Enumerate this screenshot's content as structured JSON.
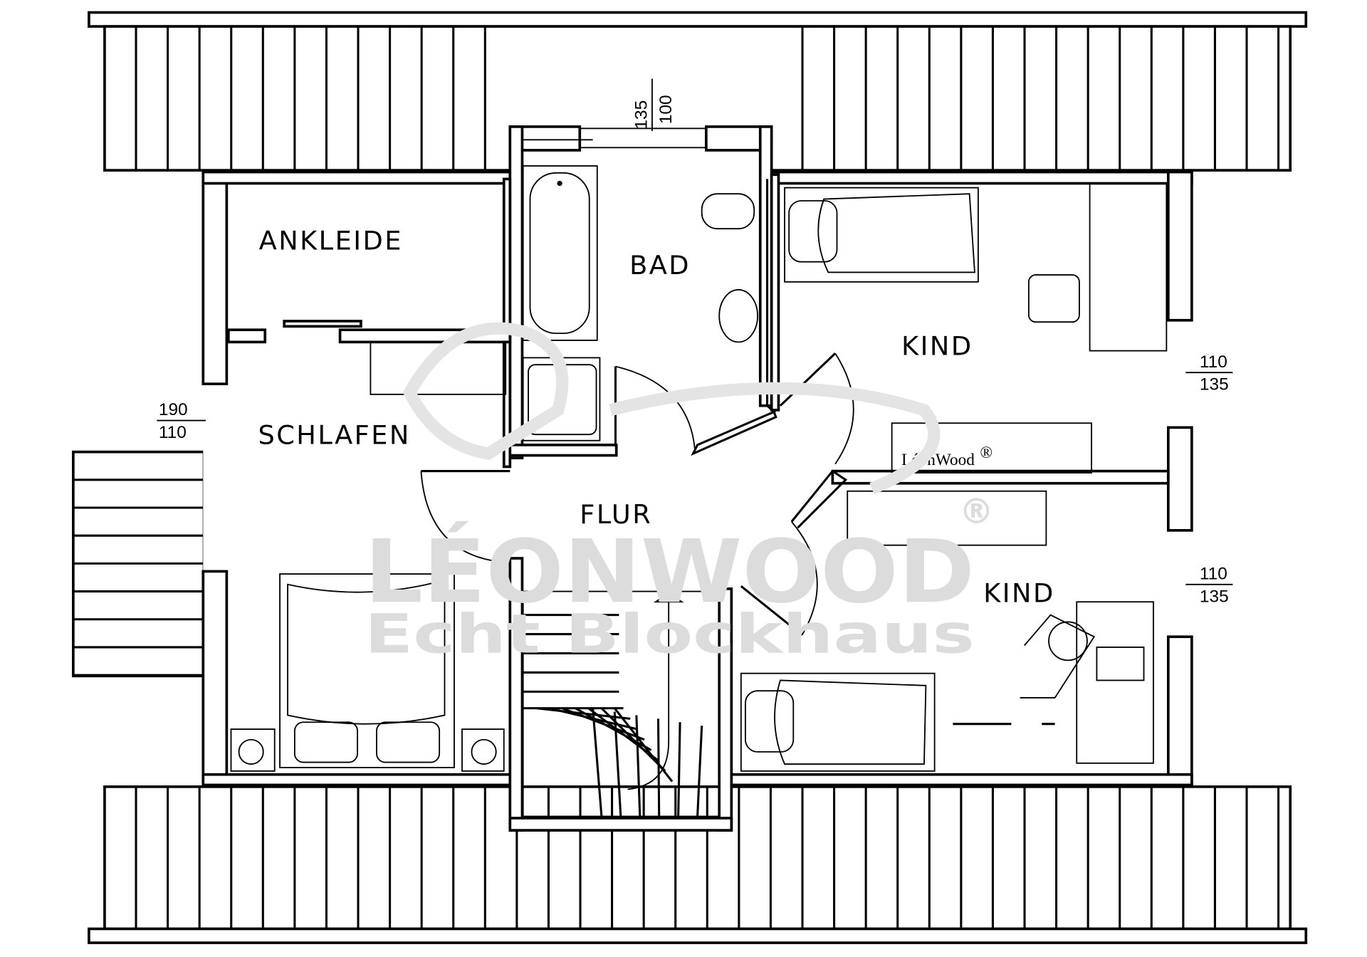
{
  "rooms": {
    "ankleide": "ANKLEIDE",
    "bad": "BAD",
    "kind_top": "KIND",
    "schlafen": "SCHLAFEN",
    "flur": "FLUR",
    "kind_bottom": "KIND"
  },
  "dimensions": {
    "top_window_a": "135",
    "top_window_b": "100",
    "left_door_top": "190",
    "left_door_bottom": "110",
    "right_window1_top": "110",
    "right_window1_bottom": "135",
    "right_window2_top": "110",
    "right_window2_bottom": "135"
  },
  "logo_small": "LéonWood",
  "logo_small_mark": "®",
  "watermark": {
    "brand": "LÉONWOOD",
    "tagline": "Echt Blockhaus",
    "mark": "®"
  },
  "colors": {
    "line": "#000000",
    "watermark": "#dcdcdc"
  }
}
